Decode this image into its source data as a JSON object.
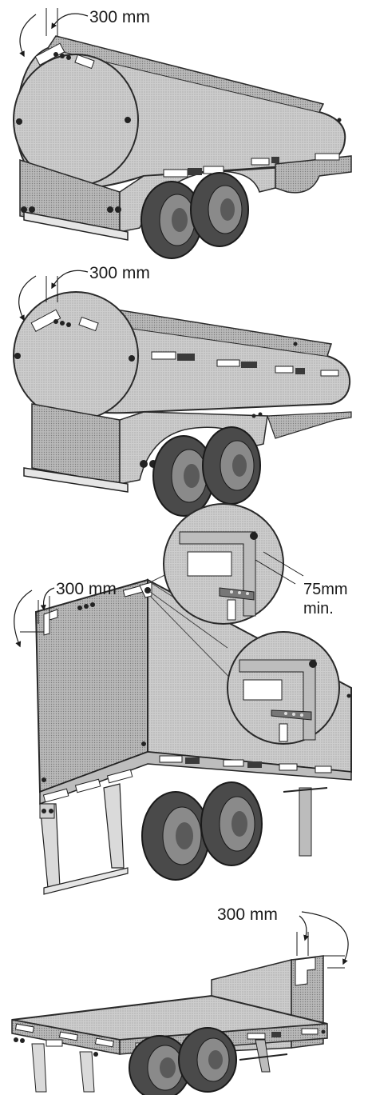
{
  "figures": [
    {
      "id": "tanker-1",
      "dimension_label": "300 mm"
    },
    {
      "id": "tanker-2",
      "dimension_label": "300 mm"
    },
    {
      "id": "van-trailer",
      "dimension_label": "300 mm",
      "detail_label_line1": "75mm",
      "detail_label_line2": "min."
    },
    {
      "id": "flatbed-trailer",
      "dimension_label": "300 mm"
    }
  ],
  "colors": {
    "body": "#cfcfcf",
    "body_shade": "#b5b5b5",
    "outline": "#2a2a2a",
    "tire": "#4a4a4a",
    "tire_inner": "#8a8a8a",
    "reflector_white": "#ffffff",
    "reflector_red": "#3a3a3a"
  }
}
